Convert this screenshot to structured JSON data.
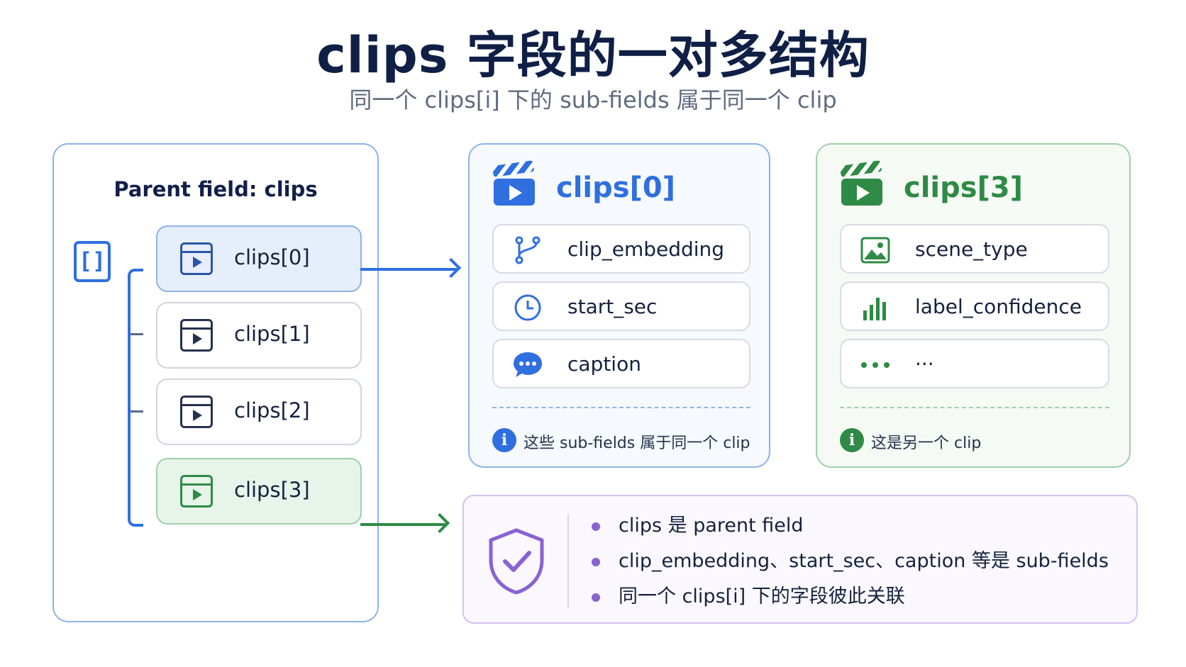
{
  "title": "clips 字段的一对多结构",
  "subtitle": "同一个 clips[i] 下的 sub-fields 属于同一个 clip",
  "parent": {
    "title": "Parent field:  clips",
    "bracket_symbol": "[]",
    "items": [
      {
        "label": "clips[0]",
        "state": "selected-blue"
      },
      {
        "label": "clips[1]",
        "state": "default"
      },
      {
        "label": "clips[2]",
        "state": "default"
      },
      {
        "label": "clips[3]",
        "state": "selected-green"
      }
    ]
  },
  "clip0": {
    "title": "clips[0]",
    "fields": [
      {
        "label": "clip_embedding",
        "icon": "branch-icon"
      },
      {
        "label": "start_sec",
        "icon": "clock-icon"
      },
      {
        "label": "caption",
        "icon": "chat-bubble-icon"
      }
    ],
    "note_icon": "i",
    "note": "这些 sub-fields 属于同一个 clip"
  },
  "clip3": {
    "title": "clips[3]",
    "fields": [
      {
        "label": "scene_type",
        "icon": "image-icon"
      },
      {
        "label": "label_confidence",
        "icon": "bar-chart-icon"
      },
      {
        "label": "···",
        "icon": "more-dots-icon"
      }
    ],
    "note_icon": "i",
    "note": "这是另一个 clip"
  },
  "summary": {
    "icon": "shield-check-icon",
    "bullets": [
      "clips  是  parent field",
      "clip_embedding、start_sec、caption 等是 sub-fields",
      "同一个 clips[i] 下的字段彼此关联"
    ]
  },
  "colors": {
    "blue": "#2f6fe0",
    "green": "#2e8a44",
    "purple": "#8a63d2",
    "title": "#0f1f45"
  }
}
